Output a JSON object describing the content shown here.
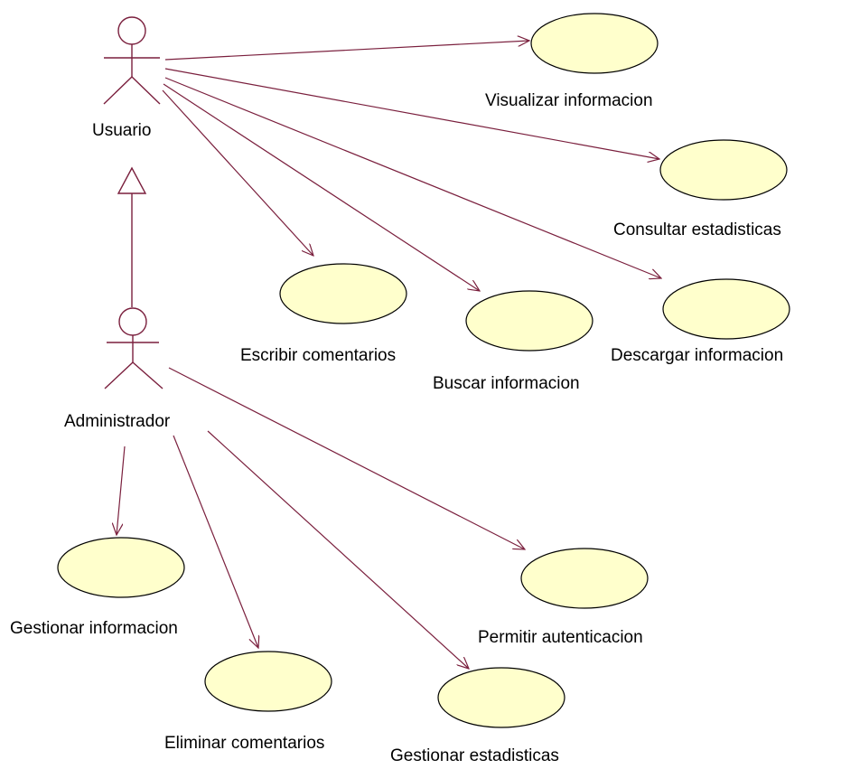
{
  "diagram": {
    "actors": [
      {
        "id": "usuario",
        "label": "Usuario"
      },
      {
        "id": "administrador",
        "label": "Administrador"
      }
    ],
    "use_cases": [
      {
        "id": "visualizar",
        "label": "Visualizar informacion"
      },
      {
        "id": "consultar",
        "label": "Consultar estadisticas"
      },
      {
        "id": "escribir",
        "label": "Escribir comentarios"
      },
      {
        "id": "buscar",
        "label": "Buscar informacion"
      },
      {
        "id": "descargar",
        "label": "Descargar informacion"
      },
      {
        "id": "gestionar_info",
        "label": "Gestionar informacion"
      },
      {
        "id": "eliminar",
        "label": "Eliminar comentarios"
      },
      {
        "id": "gestionar_est",
        "label": "Gestionar estadisticas"
      },
      {
        "id": "permitir",
        "label": "Permitir autenticacion"
      }
    ],
    "associations": [
      {
        "from": "usuario",
        "to": "visualizar"
      },
      {
        "from": "usuario",
        "to": "consultar"
      },
      {
        "from": "usuario",
        "to": "descargar"
      },
      {
        "from": "usuario",
        "to": "buscar"
      },
      {
        "from": "usuario",
        "to": "escribir"
      },
      {
        "from": "administrador",
        "to": "permitir"
      },
      {
        "from": "administrador",
        "to": "gestionar_est"
      },
      {
        "from": "administrador",
        "to": "eliminar"
      },
      {
        "from": "administrador",
        "to": "gestionar_info"
      }
    ],
    "generalizations": [
      {
        "child": "administrador",
        "parent": "usuario"
      }
    ],
    "colors": {
      "line": "#7a1f3d",
      "use_case_fill": "#ffffcc",
      "use_case_stroke": "#000000",
      "actor_stroke": "#7a1f3d",
      "text": "#000000"
    }
  }
}
